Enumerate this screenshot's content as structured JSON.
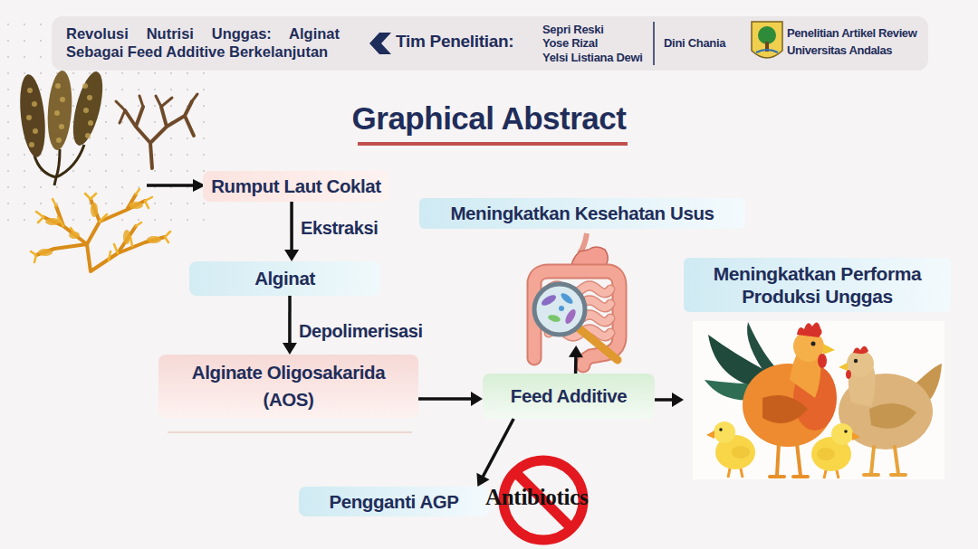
{
  "diagram": {
    "title": "Graphical Abstract",
    "nodes": [
      {
        "text": [
          "Revolusi Nutrisi Unggas: Alginat Sebagai Feed Additive Berkelanjutan",
          "Tim Penelitian:",
          "Sepri Reski",
          "Yose Rizal",
          "Yelsi Listiana Dewi",
          "Dini Chania",
          "Penelitian Artikel Review Universitas Andalas"
        ]
      },
      {
        "text": [
          "Rumput Laut Coklat"
        ]
      },
      {
        "text": [
          "Alginat"
        ]
      },
      {
        "text": [
          "Alginate Oligosakarida (AOS)"
        ]
      },
      {
        "text": [
          "Feed Additive"
        ]
      },
      {
        "text": [
          "Meningkatkan Kesehatan Usus"
        ]
      },
      {
        "text": [
          "Meningkatkan Performa Produksi Unggas"
        ]
      },
      {
        "text": [
          "Pengganti AGP"
        ]
      }
    ],
    "edges": [
      {
        "from": 1,
        "to": 2,
        "label": "Ekstraksi",
        "arrow": "to"
      },
      {
        "from": 2,
        "to": 3,
        "label": "Depolimerisasi",
        "arrow": "to"
      },
      {
        "from": 3,
        "to": 4,
        "arrow": "to"
      },
      {
        "from": 4,
        "to": 5,
        "arrow": "to"
      },
      {
        "from": 4,
        "to": 6,
        "arrow": "to"
      },
      {
        "from": 4,
        "to": 7,
        "arrow": "to"
      }
    ],
    "labels": [
      "Antibiotics"
    ]
  }
}
